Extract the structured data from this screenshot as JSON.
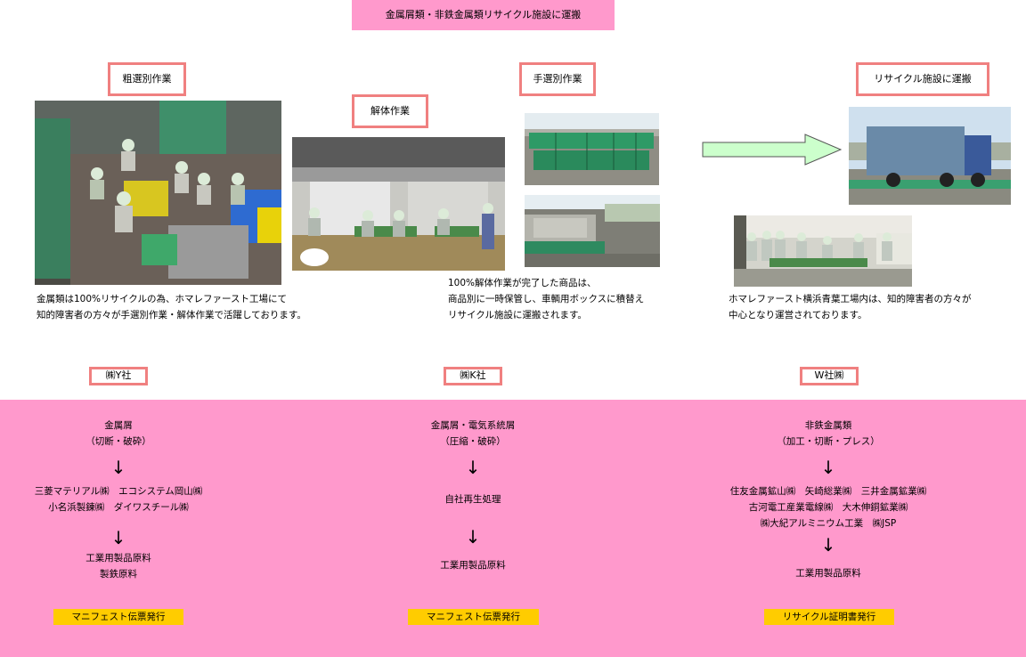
{
  "header": {
    "title": "金属屑類・非鉄金属類リサイクル施設に運搬"
  },
  "steps": {
    "rough_sorting": "粗選別作業",
    "dismantling": "解体作業",
    "hand_sorting": "手選別作業",
    "transport": "リサイクル施設に運搬"
  },
  "captions": {
    "left": [
      "金属類は100%リサイクルの為、ホマレファースト工場にて",
      "知的障害者の方々が手選別作業・解体作業で活躍しております。"
    ],
    "middle": [
      "100%解体作業が完了した商品は、",
      "商品別に一時保管し、車輌用ボックスに積替え",
      "リサイクル施設に運搬されます。"
    ],
    "right": [
      "ホマレファースト横浜青葉工場内は、知的障害者の方々が",
      "中心となり運営されております。"
    ]
  },
  "companies": [
    {
      "label": "㈱Y社",
      "material": "金属屑",
      "process": "（切断・破砕）",
      "recyclers": [
        "三菱マテリアル㈱　エコシステム岡山㈱",
        "小名浜製錬㈱　ダイワスチール㈱"
      ],
      "products": [
        "工業用製品原料",
        "製鉄原料"
      ],
      "badge": "マニフェスト伝票発行"
    },
    {
      "label": "㈱K社",
      "material": "金属屑・電気系統屑",
      "process": "（圧縮・破砕）",
      "recyclers": [
        "自社再生処理"
      ],
      "products": [
        "工業用製品原料"
      ],
      "badge": "マニフェスト伝票発行"
    },
    {
      "label": "W社㈱",
      "material": "非鉄金属類",
      "process": "（加工・切断・プレス）",
      "recyclers": [
        "住友金属鉱山㈱　矢崎総業㈱　三井金属鉱業㈱",
        "古河電工産業電線㈱　大木伸銅鉱業㈱",
        "㈱大紀アルミニウム工業　㈱JSP"
      ],
      "products": [
        "工業用製品原料"
      ],
      "badge": "リサイクル証明書発行"
    }
  ],
  "arrow_symbol": "↓",
  "colors": {
    "pink": "#ff99cc",
    "label_border": "#f08080",
    "badge": "#ffcc00",
    "arrow_fill": "#ccffcc"
  }
}
